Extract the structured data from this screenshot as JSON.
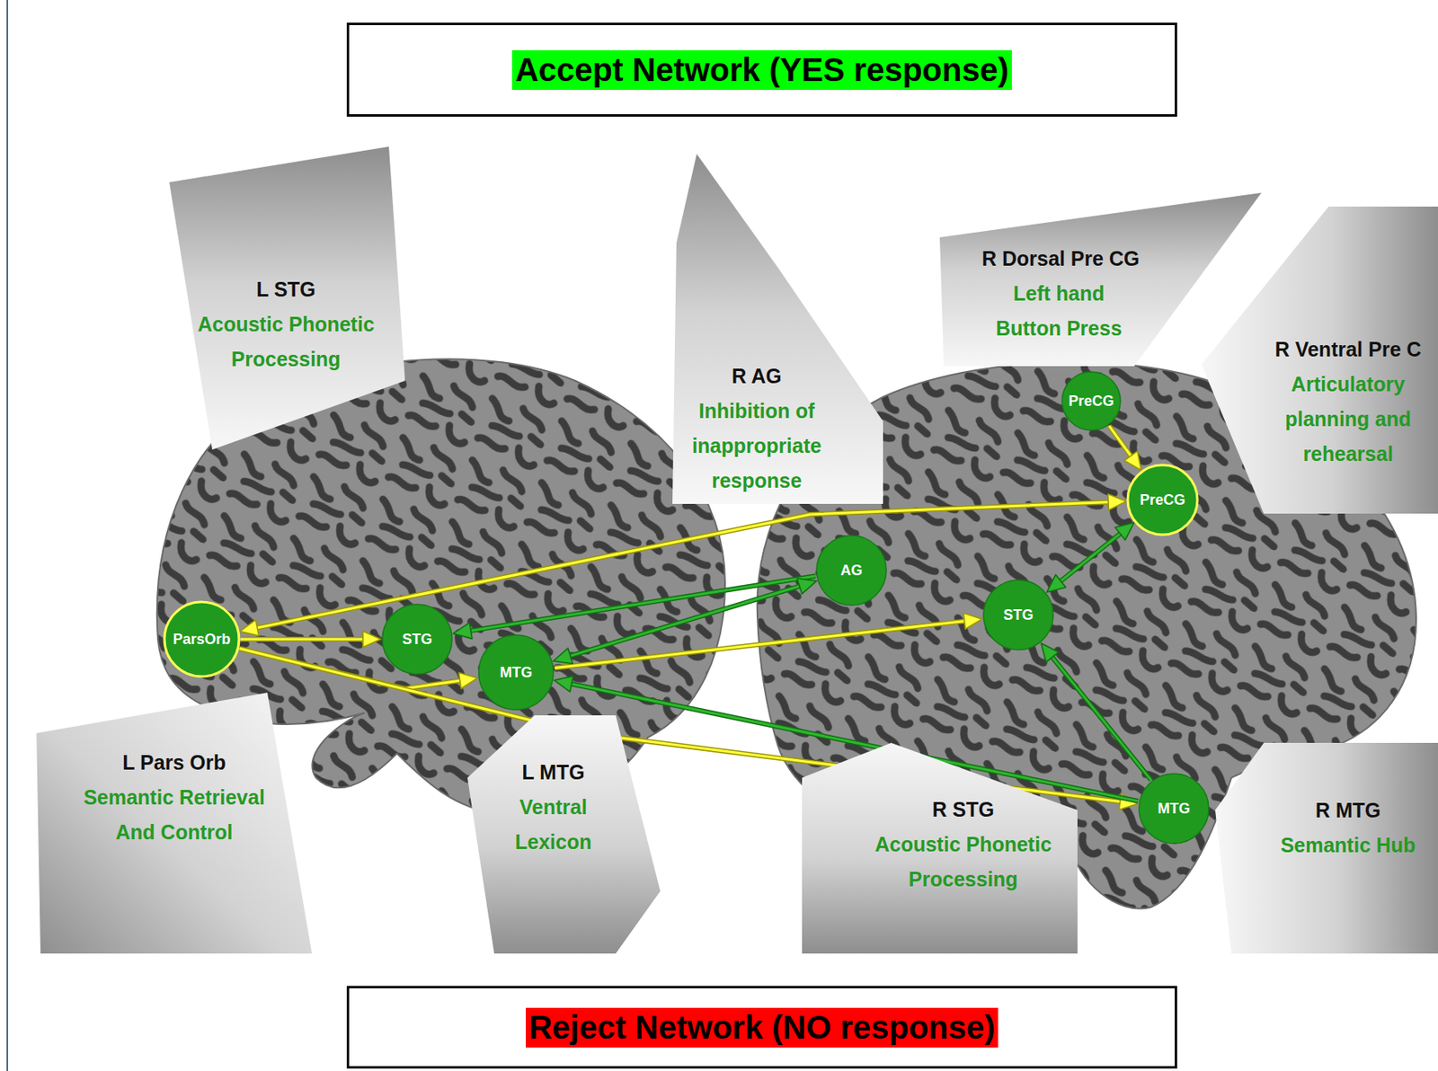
{
  "diagram": {
    "title": "Accept Network (YES response)",
    "caption": "Reject Network (NO response)",
    "nodes": [
      {
        "text": [
          "L STG",
          "Acoustic Phonetic Processing"
        ]
      },
      {
        "text": [
          "R AG",
          "Inhibition of inappropriate response"
        ]
      },
      {
        "text": [
          "R Dorsal Pre CG",
          "Left hand Button Press"
        ]
      },
      {
        "text": [
          "R Ventral Pre C",
          "Articulatory planning and rehearsal"
        ]
      },
      {
        "text": [
          "ParsOrb"
        ]
      },
      {
        "text": [
          "STG"
        ]
      },
      {
        "text": [
          "MTG"
        ]
      },
      {
        "text": [
          "AG"
        ]
      },
      {
        "text": [
          "STG"
        ]
      },
      {
        "text": [
          "PreCG"
        ]
      },
      {
        "text": [
          "PreCG"
        ]
      },
      {
        "text": [
          "MTG"
        ]
      },
      {
        "text": [
          "L Pars Orb",
          "Semantic Retrieval And Control"
        ]
      },
      {
        "text": [
          "L MTG",
          "Ventral Lexicon"
        ]
      },
      {
        "text": [
          "R STG",
          "Acoustic Phonetic Processing"
        ]
      },
      {
        "text": [
          "R MTG",
          "Semantic Hub"
        ]
      }
    ],
    "edges": [
      {
        "from": 4,
        "to": 5,
        "arrow": "to"
      },
      {
        "from": 4,
        "to": 6,
        "arrow": "to"
      },
      {
        "from": 4,
        "to": 11,
        "arrow": "to"
      },
      {
        "from": 4,
        "to": 10,
        "arrow": "both"
      },
      {
        "from": 6,
        "to": 8,
        "arrow": "to"
      },
      {
        "from": 9,
        "to": 10,
        "arrow": "to"
      },
      {
        "from": 7,
        "to": 5,
        "arrow": "to"
      },
      {
        "from": 7,
        "to": 6,
        "arrow": "both"
      },
      {
        "from": 8,
        "to": 10,
        "arrow": "both"
      },
      {
        "from": 11,
        "to": 8,
        "arrow": "to"
      },
      {
        "from": 11,
        "to": 6,
        "arrow": "to"
      }
    ]
  }
}
